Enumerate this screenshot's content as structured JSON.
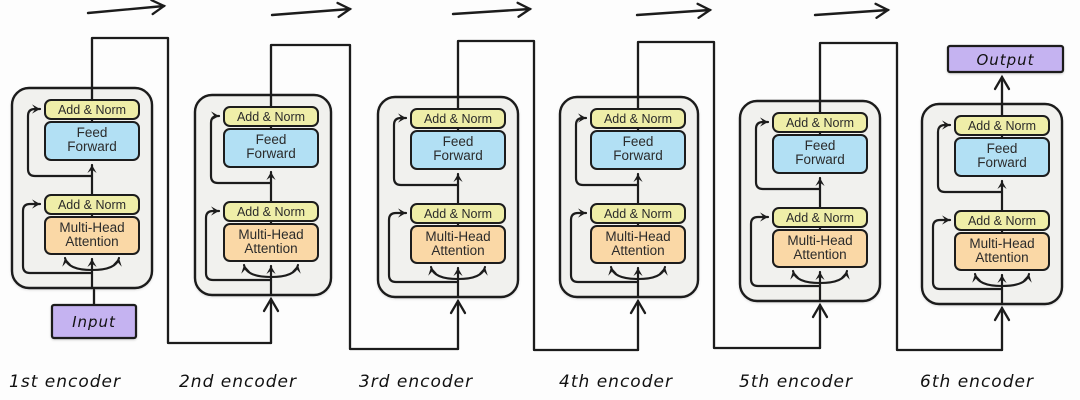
{
  "diagram": {
    "title": "transformer-encoder-stack",
    "blocks": {
      "add_norm": "Add & Norm",
      "feed_forward_line1": "Feed",
      "feed_forward_line2": "Forward",
      "attention_line1": "Multi-Head",
      "attention_line2": "Attention"
    },
    "io": {
      "input_label": "Input",
      "output_label": "Output"
    },
    "encoder_labels": [
      "1st encoder",
      "2nd encoder",
      "3rd encoder",
      "4th encoder",
      "5th encoder",
      "6th encoder"
    ],
    "flow_arrows": 5,
    "colors": {
      "background": "#fdfdfd",
      "container_fill": "#f1f1ee",
      "add_norm_fill": "#efeea8",
      "feed_forward_fill": "#b2e0f4",
      "attention_fill": "#fad8a6",
      "io_fill": "#c5b3f1",
      "stroke": "#1c1c1c",
      "block_text": "#2b2b2b",
      "label_text": "#111111"
    }
  }
}
